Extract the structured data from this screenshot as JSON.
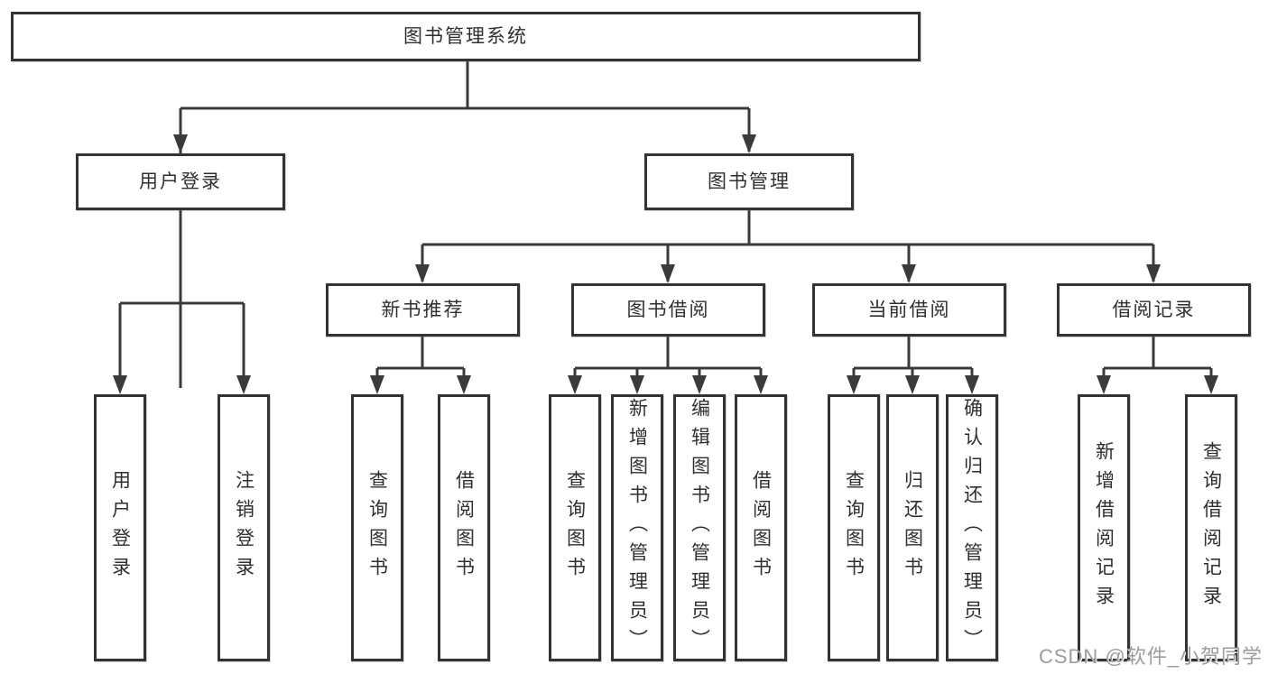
{
  "tree": {
    "root": "图书管理系统",
    "children": [
      {
        "label": "用户登录",
        "children": [
          {
            "label": "用户登录"
          },
          {
            "label": "注销登录"
          }
        ]
      },
      {
        "label": "图书管理",
        "children": [
          {
            "label": "新书推荐",
            "children": [
              {
                "label": "查询图书"
              },
              {
                "label": "借阅图书"
              }
            ]
          },
          {
            "label": "图书借阅",
            "children": [
              {
                "label": "查询图书"
              },
              {
                "label": "新增图书（管理员）"
              },
              {
                "label": "编辑图书（管理员）"
              },
              {
                "label": "借阅图书"
              }
            ]
          },
          {
            "label": "当前借阅",
            "children": [
              {
                "label": "查询图书"
              },
              {
                "label": "归还图书"
              },
              {
                "label": "确认归还（管理员）"
              }
            ]
          },
          {
            "label": "借阅记录",
            "children": [
              {
                "label": "新增借阅记录"
              },
              {
                "label": "查询借阅记录"
              }
            ]
          }
        ]
      }
    ]
  },
  "watermark": {
    "text": "CSDN @软件_小贺同学"
  },
  "colors": {
    "line": "#3a3a3a",
    "box_border": "#333333",
    "text": "#2f2f2f",
    "background": "#ffffff",
    "watermark": "#9c9c9c"
  }
}
